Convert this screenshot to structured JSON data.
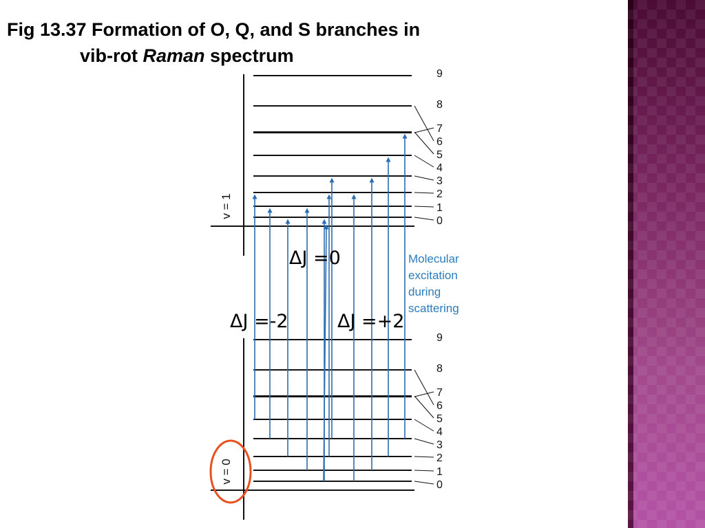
{
  "title": {
    "line1": "Fig 13.37  Formation of O, Q, and S branches in",
    "line2_prefix": "vib-rot ",
    "line2_italic": "Raman",
    "line2_suffix": " spectrum"
  },
  "upper_state": {
    "label": "v = 1",
    "levels": [
      "9",
      "8",
      "7",
      "6",
      "5",
      "4",
      "3",
      "2",
      "1",
      "0"
    ]
  },
  "lower_state": {
    "label": "v = 0",
    "levels": [
      "9",
      "8",
      "7",
      "6",
      "5",
      "4",
      "3",
      "2",
      "1",
      "0"
    ]
  },
  "branch_labels": {
    "q": "ΔJ =0",
    "o": "ΔJ =-2",
    "s": "ΔJ =+2"
  },
  "note_lines": [
    "Molecular",
    "excitation",
    "during",
    "scattering"
  ],
  "colors": {
    "arrow": "#2a6db0",
    "note_text": "#2a7cbf",
    "highlight_circle": "#e8501e",
    "panel_dark": "#4a0b34",
    "panel_light": "#b453a6"
  },
  "transitions": [
    {
      "from": 4,
      "to": 2
    },
    {
      "from": 3,
      "to": 1
    },
    {
      "from": 2,
      "to": 0
    },
    {
      "from": 1,
      "to": 1
    },
    {
      "from": 0,
      "to": 0
    },
    {
      "from": 2,
      "to": 2
    },
    {
      "from": 3,
      "to": 3
    },
    {
      "from": 0,
      "to": 2
    },
    {
      "from": 1,
      "to": 3
    },
    {
      "from": 2,
      "to": 4
    },
    {
      "from": 3,
      "to": 5
    }
  ]
}
